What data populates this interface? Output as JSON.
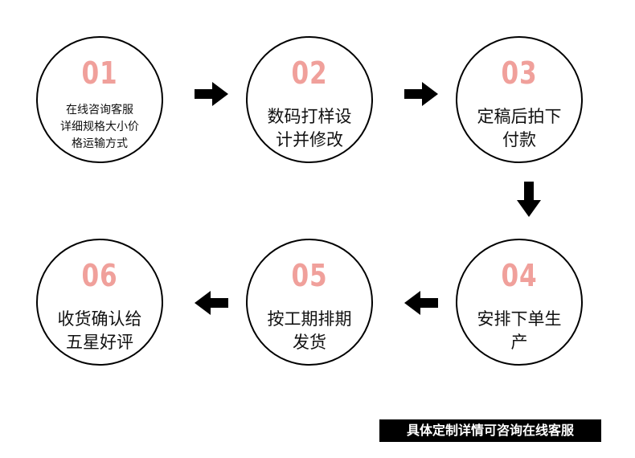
{
  "steps": [
    {
      "number": "01",
      "lines": [
        "在线咨询客服",
        "详细规格大小价",
        "格运输方式"
      ]
    },
    {
      "number": "02",
      "lines": [
        "数码打样设",
        "计并修改"
      ]
    },
    {
      "number": "03",
      "lines": [
        "定稿后拍下",
        "付款"
      ]
    },
    {
      "number": "04",
      "lines": [
        "安排下单生",
        "产"
      ]
    },
    {
      "number": "05",
      "lines": [
        "按工期排期",
        "发货"
      ]
    },
    {
      "number": "06",
      "lines": [
        "收货确认给",
        "五星好评"
      ]
    }
  ],
  "footer": {
    "text": "具体定制详情可咨询在线客服"
  },
  "colors": {
    "number": "#f0a09b",
    "arrow": "#000000",
    "border": "#000000"
  }
}
